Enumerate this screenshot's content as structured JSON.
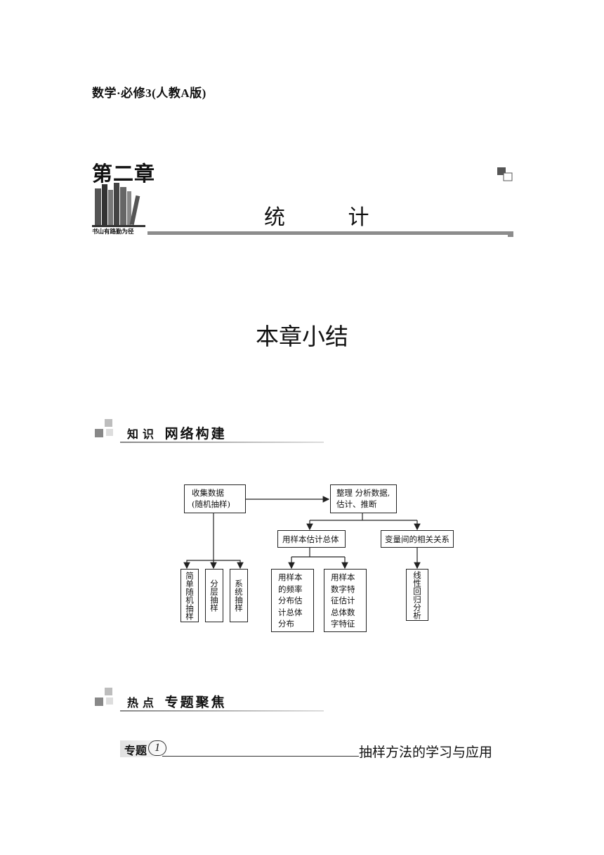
{
  "header": {
    "running_head": "数学·必修3(人教A版)"
  },
  "chapter": {
    "label": "第二章",
    "title": "统 计",
    "books_caption": "书山有路勤为径"
  },
  "summary_title": "本章小结",
  "section1": {
    "title_a": "知",
    "title_b": "识",
    "title_rest": "网络构建"
  },
  "section2": {
    "title_a": "热",
    "title_b": "点",
    "title_rest": "专题聚焦"
  },
  "diagram": {
    "collect": "收集数据\n(随机抽样)",
    "organize": "整理 分析数据,\n估计、推断",
    "sample_estimate": "用样本估计总体",
    "correlation": "变量间的相关关系",
    "simple_random": "简单随机抽样",
    "stratified": "分层抽样",
    "systematic": "系统抽样",
    "freq_dist": "用样本\n的频率\n分布估\n计总体\n分布",
    "num_features": "用样本\n数字特\n征估计\n总体数\n字特征",
    "linear_reg": "线性回归分析"
  },
  "topic": {
    "label": "专题",
    "number": "1",
    "title": "抽样方法的学习与应用"
  }
}
